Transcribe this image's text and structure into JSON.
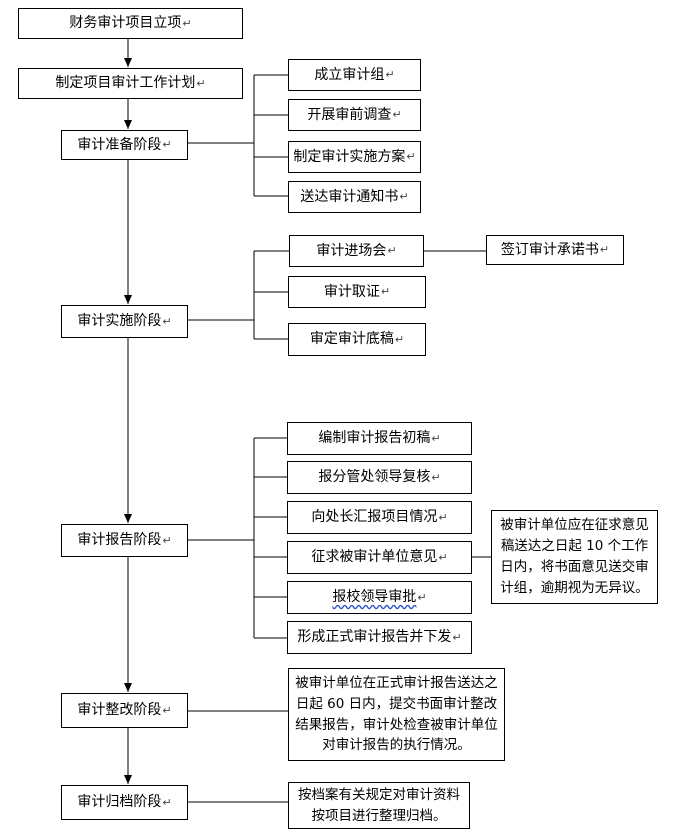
{
  "para_mark": "↵",
  "stages": [
    {
      "id": "s1",
      "label": "财务审计项目立项"
    },
    {
      "id": "s2",
      "label": "制定项目审计工作计划"
    },
    {
      "id": "s3",
      "label": "审计准备阶段"
    },
    {
      "id": "s4",
      "label": "审计实施阶段"
    },
    {
      "id": "s5",
      "label": "审计报告阶段"
    },
    {
      "id": "s6",
      "label": "审计整改阶段"
    },
    {
      "id": "s7",
      "label": "审计归档阶段"
    }
  ],
  "prep_steps": [
    "成立审计组",
    "开展审前调查",
    "制定审计实施方案",
    "送达审计通知书"
  ],
  "impl_steps": [
    "审计进场会",
    "审计取证",
    "审定审计底稿"
  ],
  "impl_side": "签订审计承诺书",
  "report_steps": [
    "编制审计报告初稿",
    "报分管处领导复核",
    "向处长汇报项目情况",
    "征求被审计单位意见",
    "报校领导审批",
    "形成正式审计报告并下发"
  ],
  "report_note": "被审计单位应在征求意见稿送达之日起 10 个工作日内，将书面意见送交审计组，逾期视为无异议。",
  "rectify_note": "被审计单位在正式审计报告送达之日起 60 日内，提交书面审计整改结果报告，审计处检查被审计单位对审计报告的执行情况。",
  "archive_note": "按档案有关规定对审计资料按项目进行整理归档。"
}
